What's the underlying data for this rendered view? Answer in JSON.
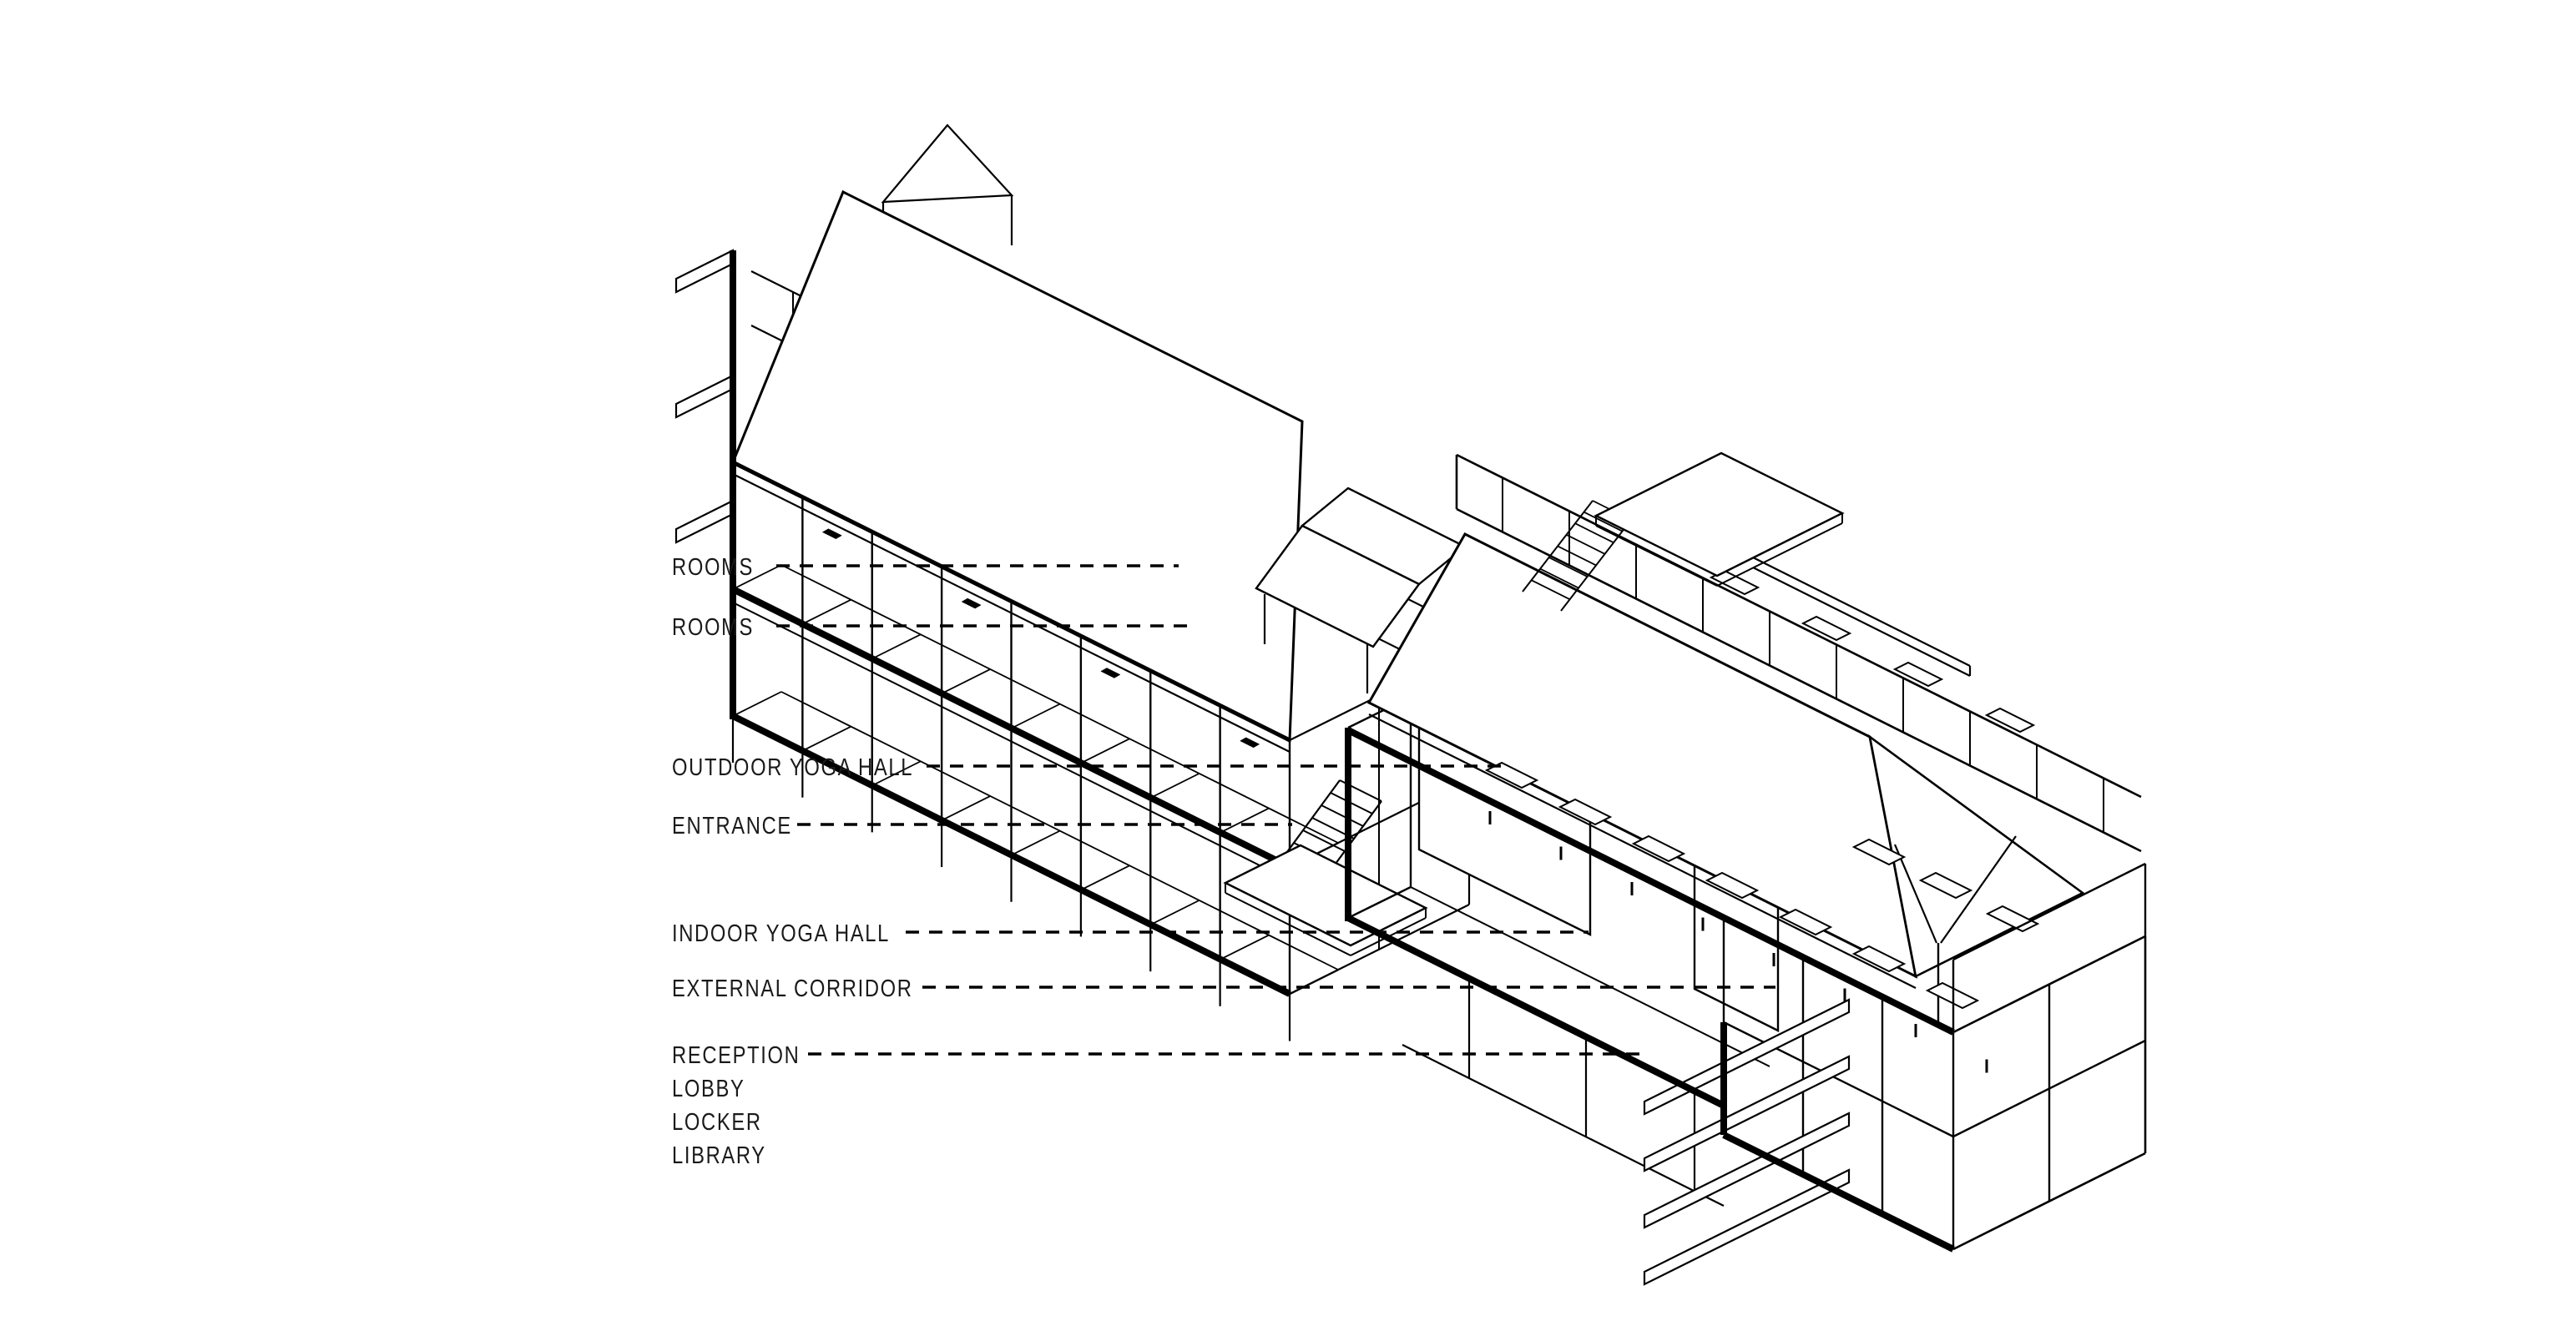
{
  "diagram": {
    "type": "axonometric-building-section",
    "colors": {
      "line": "#000000",
      "background": "#ffffff",
      "label_text": "#1a1a1a"
    },
    "labels": {
      "rooms_upper": "ROOMS",
      "rooms_lower": "ROOMS",
      "outdoor_yoga_hall": "OUTDOOR YOGA HALL",
      "entrance": "ENTRANCE",
      "indoor_yoga_hall": "INDOOR YOGA HALL",
      "external_corridor": "EXTERNAL CORRIDOR",
      "reception": "RECEPTION",
      "lobby": "LOBBY",
      "locker": "LOCKER",
      "library": "LIBRARY"
    }
  }
}
